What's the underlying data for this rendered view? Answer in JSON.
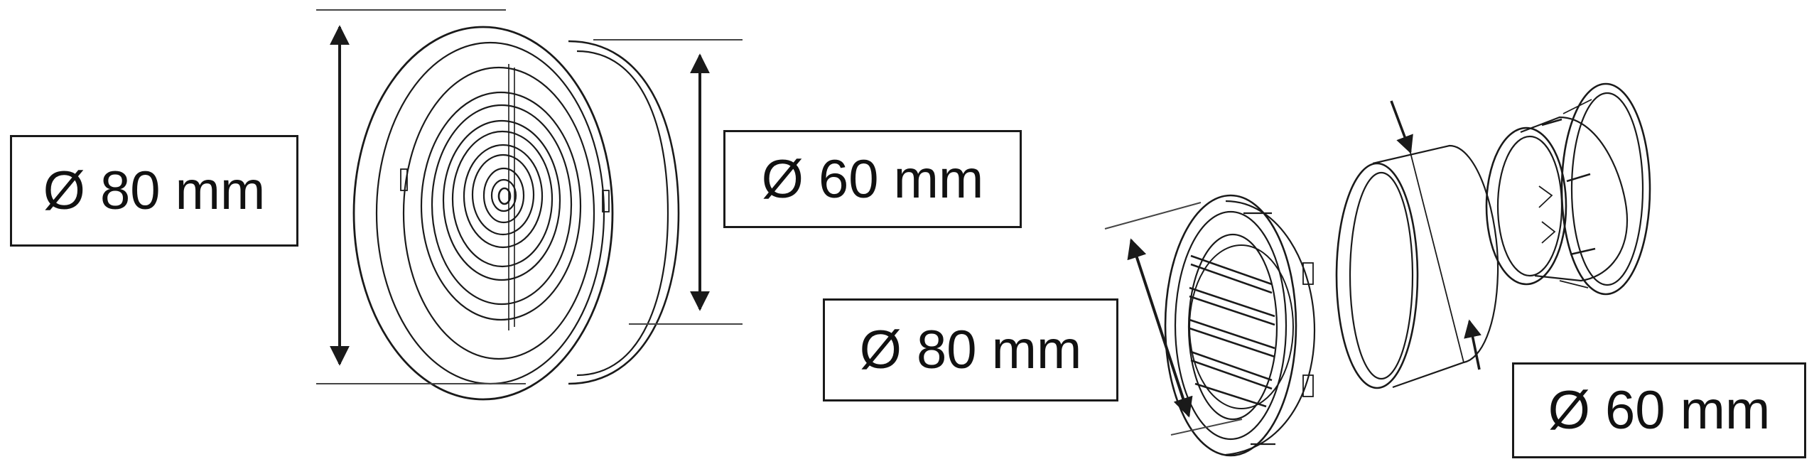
{
  "labels": {
    "front_outer": "Ø 80 mm",
    "front_inner": "Ø 60 mm",
    "exploded_outer": "Ø 80 mm",
    "exploded_inner": "Ø 60 mm"
  },
  "colors": {
    "line": "#1a1a1a",
    "dimension": "#333333",
    "background": "#ffffff"
  }
}
